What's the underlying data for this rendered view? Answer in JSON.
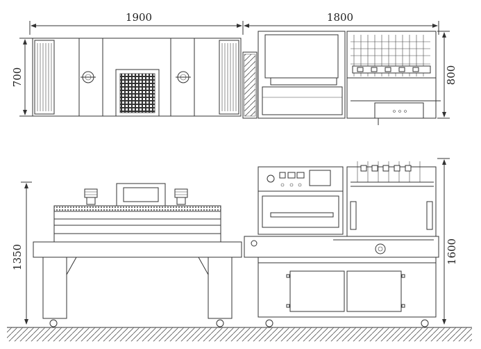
{
  "dimensions": {
    "top_left_width": "1900",
    "top_right_width": "1800",
    "top_left_height": "700",
    "top_right_height": "800",
    "front_left_height": "1350",
    "front_right_height": "1600"
  }
}
